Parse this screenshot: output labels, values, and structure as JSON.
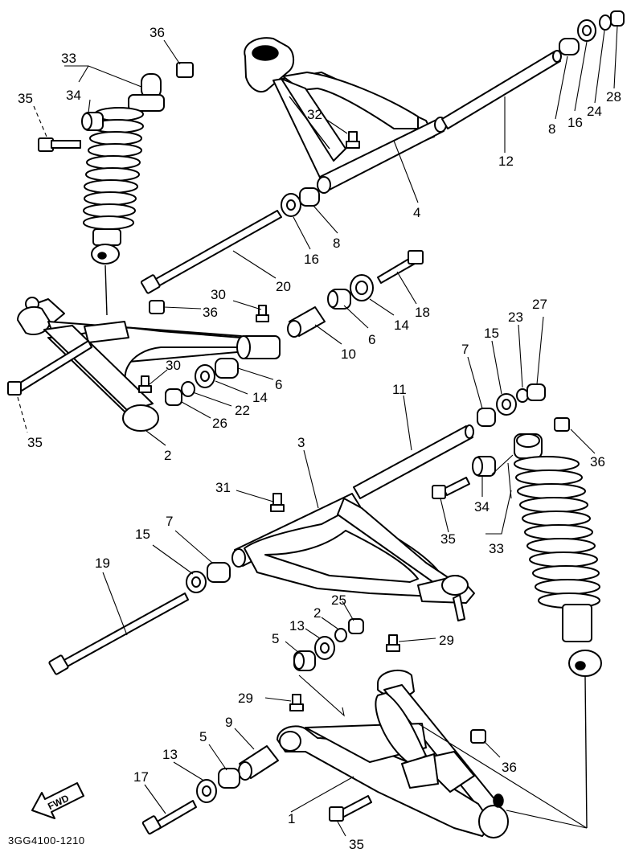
{
  "diagram": {
    "code": "3GG4100-1210",
    "fwd_label": "FWD",
    "callouts": [
      {
        "id": "c36a",
        "text": "36"
      },
      {
        "id": "c33a",
        "text": "33"
      },
      {
        "id": "c34a",
        "text": "34"
      },
      {
        "id": "c35a",
        "text": "35"
      },
      {
        "id": "c32",
        "text": "32"
      },
      {
        "id": "c4",
        "text": "4"
      },
      {
        "id": "c12",
        "text": "12"
      },
      {
        "id": "c8a",
        "text": "8"
      },
      {
        "id": "c16a",
        "text": "16"
      },
      {
        "id": "c24",
        "text": "24"
      },
      {
        "id": "c28",
        "text": "28"
      },
      {
        "id": "c8b",
        "text": "8"
      },
      {
        "id": "c16b",
        "text": "16"
      },
      {
        "id": "c20",
        "text": "20"
      },
      {
        "id": "c30a",
        "text": "30"
      },
      {
        "id": "c36b",
        "text": "36"
      },
      {
        "id": "c18",
        "text": "18"
      },
      {
        "id": "c14a",
        "text": "14"
      },
      {
        "id": "c6a",
        "text": "6"
      },
      {
        "id": "c10",
        "text": "10"
      },
      {
        "id": "c30b",
        "text": "30"
      },
      {
        "id": "c6b",
        "text": "6"
      },
      {
        "id": "c14b",
        "text": "14"
      },
      {
        "id": "c22",
        "text": "22"
      },
      {
        "id": "c26",
        "text": "26"
      },
      {
        "id": "c35b",
        "text": "35"
      },
      {
        "id": "c2a",
        "text": "2"
      },
      {
        "id": "c11",
        "text": "11"
      },
      {
        "id": "c7a",
        "text": "7"
      },
      {
        "id": "c15a",
        "text": "15"
      },
      {
        "id": "c23",
        "text": "23"
      },
      {
        "id": "c27",
        "text": "27"
      },
      {
        "id": "c36c",
        "text": "36"
      },
      {
        "id": "c3",
        "text": "3"
      },
      {
        "id": "c31",
        "text": "31"
      },
      {
        "id": "c34b",
        "text": "34"
      },
      {
        "id": "c35c",
        "text": "35"
      },
      {
        "id": "c33b",
        "text": "33"
      },
      {
        "id": "c15b",
        "text": "15"
      },
      {
        "id": "c7b",
        "text": "7"
      },
      {
        "id": "c19",
        "text": "19"
      },
      {
        "id": "c25",
        "text": "25"
      },
      {
        "id": "c2b",
        "text": "2"
      },
      {
        "id": "c13a",
        "text": "13"
      },
      {
        "id": "c5a",
        "text": "5"
      },
      {
        "id": "c29a",
        "text": "29"
      },
      {
        "id": "c29b",
        "text": "29"
      },
      {
        "id": "c9",
        "text": "9"
      },
      {
        "id": "c5b",
        "text": "5"
      },
      {
        "id": "c13b",
        "text": "13"
      },
      {
        "id": "c17",
        "text": "17"
      },
      {
        "id": "c36d",
        "text": "36"
      },
      {
        "id": "c1",
        "text": "1"
      },
      {
        "id": "c35d",
        "text": "35"
      }
    ]
  }
}
